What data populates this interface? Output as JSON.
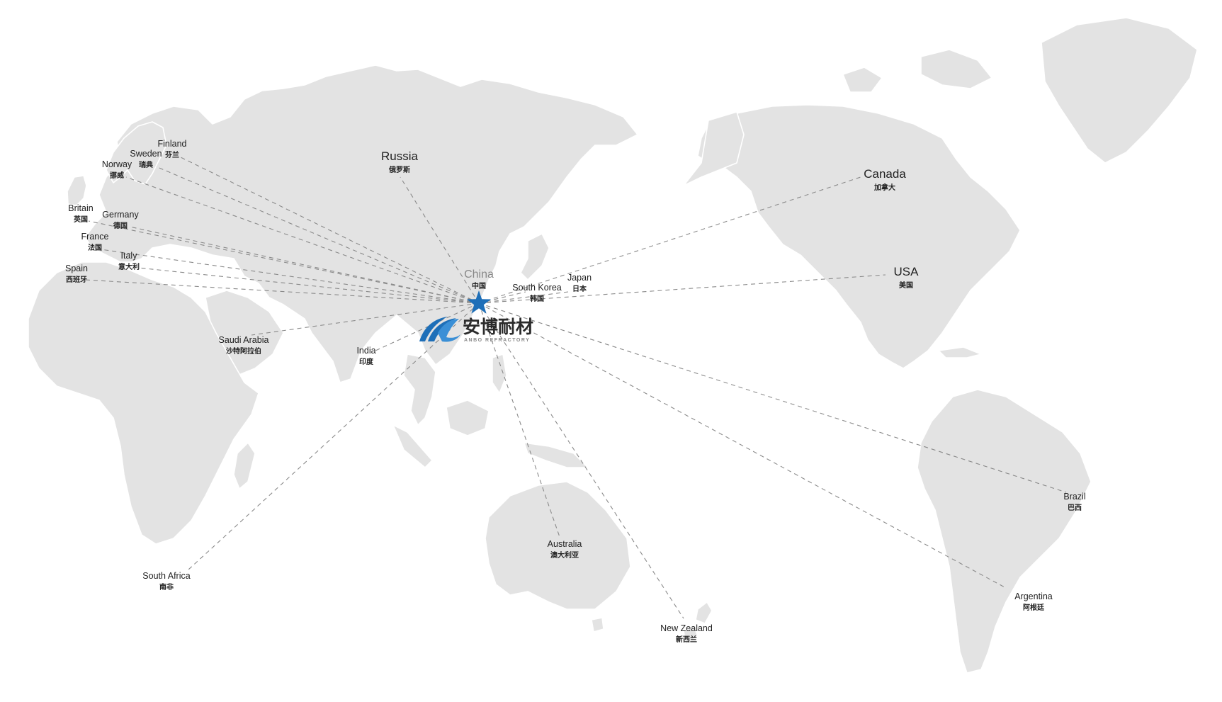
{
  "brand": {
    "name_zh": "安博耐材",
    "name_en": "ANBO REFRACTORY",
    "color": "#1e6fb8"
  },
  "origin": {
    "en": "China",
    "zh": "中国",
    "marker_icon": "star-icon",
    "marker_color": "#1e6fb8"
  },
  "destinations": [
    {
      "en": "Finland",
      "zh": "芬兰"
    },
    {
      "en": "Sweden",
      "zh": "瑞典"
    },
    {
      "en": "Norway",
      "zh": "挪威"
    },
    {
      "en": "Britain",
      "zh": "英国"
    },
    {
      "en": "Germany",
      "zh": "德国"
    },
    {
      "en": "France",
      "zh": "法国"
    },
    {
      "en": "Italy",
      "zh": "意大利"
    },
    {
      "en": "Spain",
      "zh": "西班牙"
    },
    {
      "en": "Russia",
      "zh": "俄罗斯"
    },
    {
      "en": "Saudi Arabia",
      "zh": "沙特阿拉伯"
    },
    {
      "en": "India",
      "zh": "印度"
    },
    {
      "en": "South Africa",
      "zh": "南非"
    },
    {
      "en": "South Korea",
      "zh": "韩国"
    },
    {
      "en": "Japan",
      "zh": "日本"
    },
    {
      "en": "Australia",
      "zh": "澳大利亚"
    },
    {
      "en": "New Zealand",
      "zh": "新西兰"
    },
    {
      "en": "Canada",
      "zh": "加拿大"
    },
    {
      "en": "USA",
      "zh": "美国"
    },
    {
      "en": "Brazil",
      "zh": "巴西"
    },
    {
      "en": "Argentina",
      "zh": "阿根廷"
    }
  ]
}
